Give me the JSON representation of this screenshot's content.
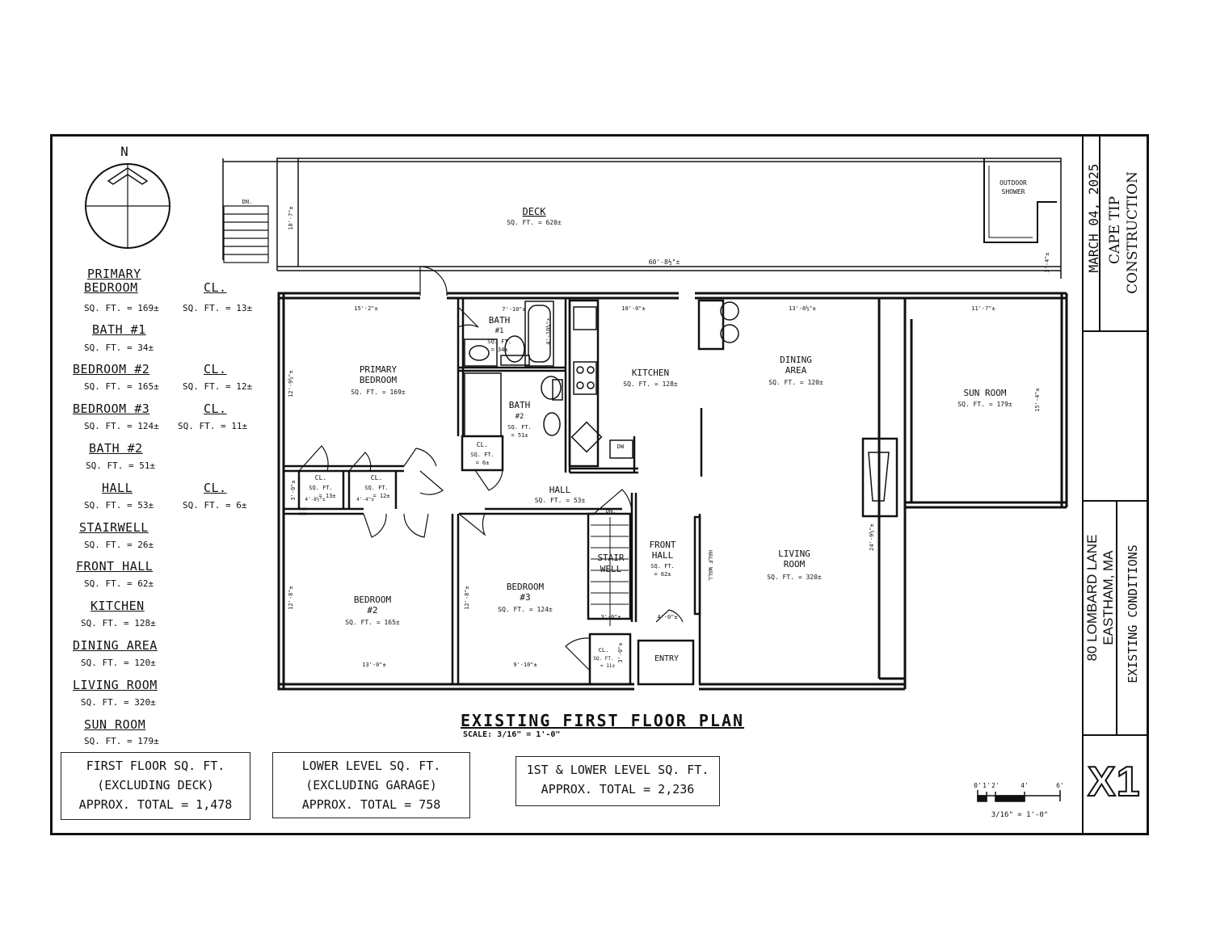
{
  "north_label": "N",
  "legend": [
    {
      "name": "PRIMARY",
      "name2": "BEDROOM",
      "value": "SQ. FT. = 169±",
      "cl_name": "CL.",
      "cl_value": "SQ. FT. = 13±"
    },
    {
      "name": "BATH #1",
      "value": "SQ. FT. = 34±"
    },
    {
      "name": "BEDROOM #2",
      "value": "SQ. FT. = 165±",
      "cl_name": "CL.",
      "cl_value": "SQ. FT. = 12±"
    },
    {
      "name": "BEDROOM #3",
      "value": "SQ. FT. = 124±",
      "cl_name": "CL.",
      "cl_value": "SQ. FT. = 11±"
    },
    {
      "name": "BATH #2",
      "value": "SQ. FT. = 51±"
    },
    {
      "name": "HALL",
      "value": "SQ. FT. = 53±",
      "cl_name": "CL.",
      "cl_value": "SQ. FT. = 6±"
    },
    {
      "name": "STAIRWELL",
      "value": "SQ. FT. = 26±"
    },
    {
      "name": "FRONT HALL",
      "value": "SQ. FT. = 62±"
    },
    {
      "name": "KITCHEN",
      "value": "SQ. FT. = 128±"
    },
    {
      "name": "DINING AREA",
      "value": "SQ. FT. = 120±"
    },
    {
      "name": "LIVING ROOM",
      "value": "SQ. FT. = 320±"
    },
    {
      "name": "SUN ROOM",
      "value": "SQ. FT. = 179±"
    }
  ],
  "rooms": {
    "deck": {
      "name": "DECK",
      "area": "SQ. FT. = 620±"
    },
    "outdoor_shower": {
      "line1": "OUTDOOR",
      "line2": "SHOWER"
    },
    "primary_bedroom": {
      "line1": "PRIMARY",
      "line2": "BEDROOM",
      "area": "SQ. FT. = 169±"
    },
    "bath1": {
      "line1": "BATH",
      "line2": "#1",
      "area": "SQ. FT.",
      "area2": "= 34±"
    },
    "bath2": {
      "line1": "BATH",
      "line2": "#2",
      "area": "SQ. FT.",
      "area2": "= 51±"
    },
    "kitchen": {
      "name": "KITCHEN",
      "area": "SQ. FT. = 128±"
    },
    "dining": {
      "line1": "DINING",
      "line2": "AREA",
      "area": "SQ. FT. = 120±"
    },
    "sun_room": {
      "name": "SUN ROOM",
      "area": "SQ. FT. = 179±"
    },
    "hall": {
      "name": "HALL",
      "area": "SQ. FT. = 53±"
    },
    "bedroom2": {
      "line1": "BEDROOM",
      "line2": "#2",
      "area": "SQ. FT. = 165±"
    },
    "bedroom3": {
      "line1": "BEDROOM",
      "line2": "#3",
      "area": "SQ. FT. = 124±"
    },
    "stair_well": {
      "line1": "STAIR",
      "line2": "WELL"
    },
    "front_hall": {
      "line1": "FRONT",
      "line2": "HALL",
      "area": "SQ. FT.",
      "area2": "= 62±"
    },
    "living_room": {
      "line1": "LIVING",
      "line2": "ROOM",
      "area": "SQ. FT. = 320±"
    },
    "entry": {
      "name": "ENTRY"
    },
    "cl_bath2": {
      "name": "CL.",
      "area": "SQ. FT.",
      "area2": "= 6±"
    },
    "cl_primary": {
      "name": "CL.",
      "area": "SQ. FT.",
      "area2": "= 13±"
    },
    "cl_bed2": {
      "name": "CL.",
      "area": "SQ. FT.",
      "area2": "= 12±"
    },
    "cl_bed3": {
      "name": "CL.",
      "area": "SQ. FT.",
      "area2": "= 11±"
    },
    "dw": "DW",
    "half_wall": "HALF WALL",
    "dn_stair": "DN.",
    "dn_deck": "DN."
  },
  "dimensions": {
    "deck_length": "60'-8½\"±",
    "deck_depth": "10'-7\"±",
    "primary_top": "15'-2\"±",
    "primary_side": "12'-9½\"±",
    "bath1_top": "7'-10\"±",
    "kitchen_top": "10'-0\"±",
    "dining_top": "13'-8½\"±",
    "sun_top": "11'-7\"±",
    "sun_side": "15'-4\"±",
    "bed2_bottom": "13'-0\"±",
    "bed2_side": "12'-8\"±",
    "bed3_bottom": "9'-10\"±",
    "bed3_side": "12'-8\"±",
    "living_side": "24'-9½\"±",
    "stair_bottom": "3'-0\"±",
    "front_hall_dim": "4'-0\"±",
    "cl_dim": "3'-0\"±",
    "hall_cl_dim": "3'-0\"±",
    "cl_primary_dim": "4'-8½\"±",
    "cl_bed2_dim": "4'-4\"±",
    "deck_right": "3'-4\"±",
    "bath_side": "4'-10½\"±"
  },
  "plan_title": "EXISTING FIRST FLOOR PLAN",
  "plan_scale": "SCALE: 3/16\" = 1'-0\"",
  "totals": [
    {
      "line1": "FIRST FLOOR SQ. FT.",
      "line2": "(EXCLUDING DECK)",
      "line3": "APPROX. TOTAL = 1,478"
    },
    {
      "line1": "LOWER LEVEL SQ. FT.",
      "line2": "(EXCLUDING GARAGE)",
      "line3": "APPROX. TOTAL = 758"
    },
    {
      "line1": "1ST & LOWER LEVEL SQ. FT.",
      "line2": "APPROX. TOTAL = 2,236"
    }
  ],
  "scale_bar": {
    "ticks": [
      "0'",
      "1'",
      "2'",
      "4'",
      "6'"
    ],
    "label": "3/16\" = 1'-0\""
  },
  "title_block": {
    "date": "MARCH 04, 2025",
    "company_line1": "CAPE TIP",
    "company_line2": "CONSTRUCTION",
    "address_line1": "80 LOMBARD LANE",
    "address_line2": "EASTHAM, MA",
    "description": "EXISTING CONDITIONS",
    "sheet": "X1"
  }
}
